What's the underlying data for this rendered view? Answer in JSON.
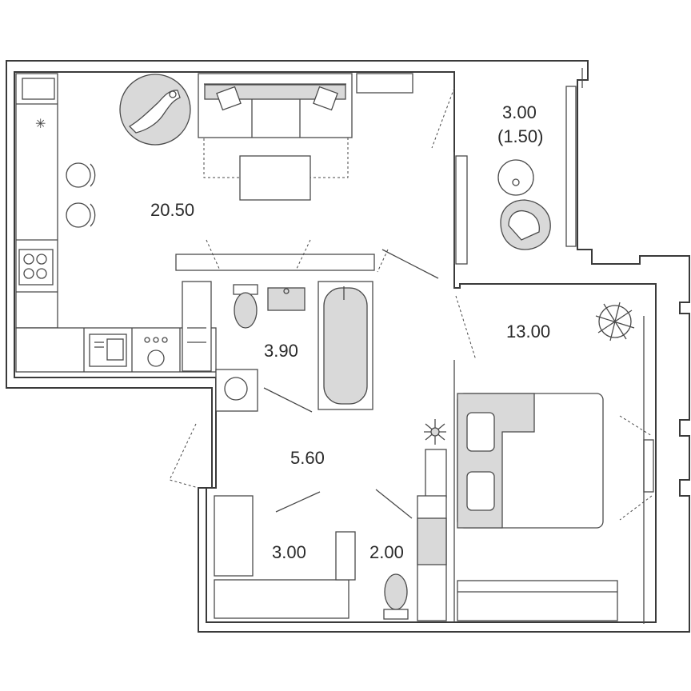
{
  "rooms": {
    "kitchen_living": {
      "area": "20.50"
    },
    "balcony": {
      "area": "3.00",
      "reduced_area": "(1.50)"
    },
    "bathroom": {
      "area": "3.90"
    },
    "bedroom": {
      "area": "13.00"
    },
    "hallway": {
      "area": "5.60"
    },
    "wardrobe": {
      "area": "3.00"
    },
    "wc": {
      "area": "2.00"
    }
  },
  "colors": {
    "wall": "#3a3a3a",
    "fixture_fill": "#d9d9d9",
    "background": "#ffffff"
  }
}
